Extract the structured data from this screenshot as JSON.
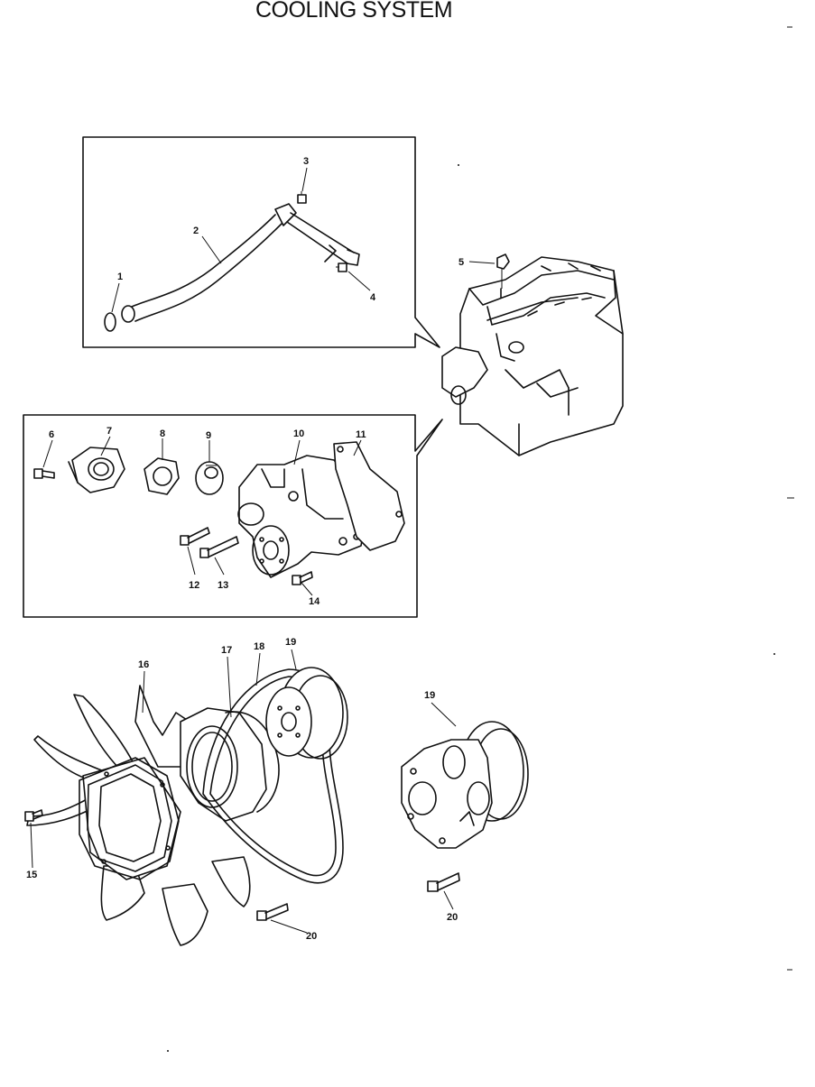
{
  "title": "COOLING SYSTEM",
  "callouts": {
    "c1": "1",
    "c2": "2",
    "c3": "3",
    "c4": "4",
    "c5": "5",
    "c6": "6",
    "c7": "7",
    "c8": "8",
    "c9": "9",
    "c10": "10",
    "c11": "11",
    "c12": "12",
    "c13": "13",
    "c14": "14",
    "c15": "15",
    "c16": "16",
    "c17": "17",
    "c18": "18",
    "c19a": "19",
    "c19b": "19",
    "c20a": "20",
    "c20b": "20"
  }
}
